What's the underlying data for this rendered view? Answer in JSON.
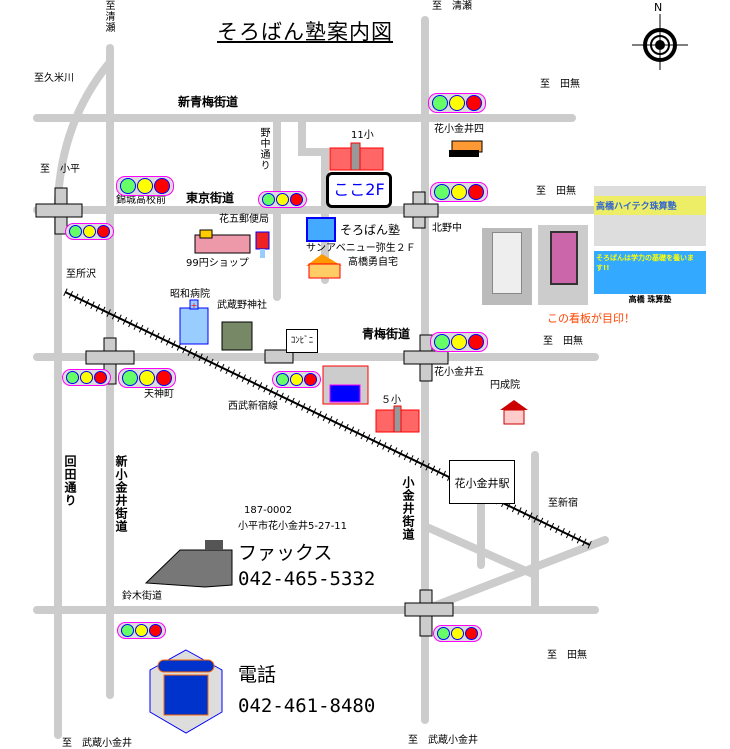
{
  "title": "そろばん塾案内図",
  "compass": {
    "label": "N"
  },
  "roads": {
    "shin_ome": "新青梅街道",
    "tokyo": "東京街道",
    "ome": "青梅街道",
    "suzuki": "鈴木街道",
    "nonaka": "野中通り",
    "shin_koganei": "新小金井街道",
    "koganei": "小金井街道",
    "kaida": "回田通り",
    "seibu": "西武新宿線"
  },
  "directions": {
    "kiyose_left": "至清瀬",
    "kiyose_right": "至　清瀬",
    "kurume": "至久米川",
    "kodaira": "至　小平",
    "tokorozawa": "至所沢",
    "tanashi1": "至　田無",
    "tanashi2": "至　田無",
    "tanashi3": "至　田無",
    "tanashi4": "至　田無",
    "shinjuku": "至新宿",
    "musashikoganei1": "至　武蔵小金井",
    "musashikoganei2": "至　武蔵小金井"
  },
  "places": {
    "school11": "11小",
    "koko": "ここ2F",
    "juku": "そろばん塾",
    "sunavenue": "サンアベニュー弥生２Ｆ",
    "home": "高橋勇自宅",
    "post": "花五郵便局",
    "shop99": "99円ショップ",
    "kinjo": "錦城高校前",
    "hana4": "花小金井四",
    "kitanonaka": "北野中",
    "showa": "昭和病院",
    "jinja": "武蔵野神社",
    "conv": "ｺﾝﾋﾞﾆ",
    "tenjin": "天神町",
    "hana5": "花小金井五",
    "enjoin": "円成院",
    "school5": "５小",
    "station": "花小金井駅",
    "signboard": "この看板が目印！"
  },
  "photos": {
    "banner1": "高橋ハイテク珠算塾",
    "banner2": "そろばんは学力の基礎を養います!!",
    "banner3": "高橋 珠算塾"
  },
  "contact": {
    "postal": "187-0002",
    "address": "小平市花小金井5-27-11",
    "fax_label": "ファックス",
    "fax": "042-465-5332",
    "tel_label": "電話",
    "tel": "042-461-8480"
  },
  "colors": {
    "road": "#cccccc",
    "accent": "#ff4400",
    "bubble_text": "#0000ff"
  }
}
